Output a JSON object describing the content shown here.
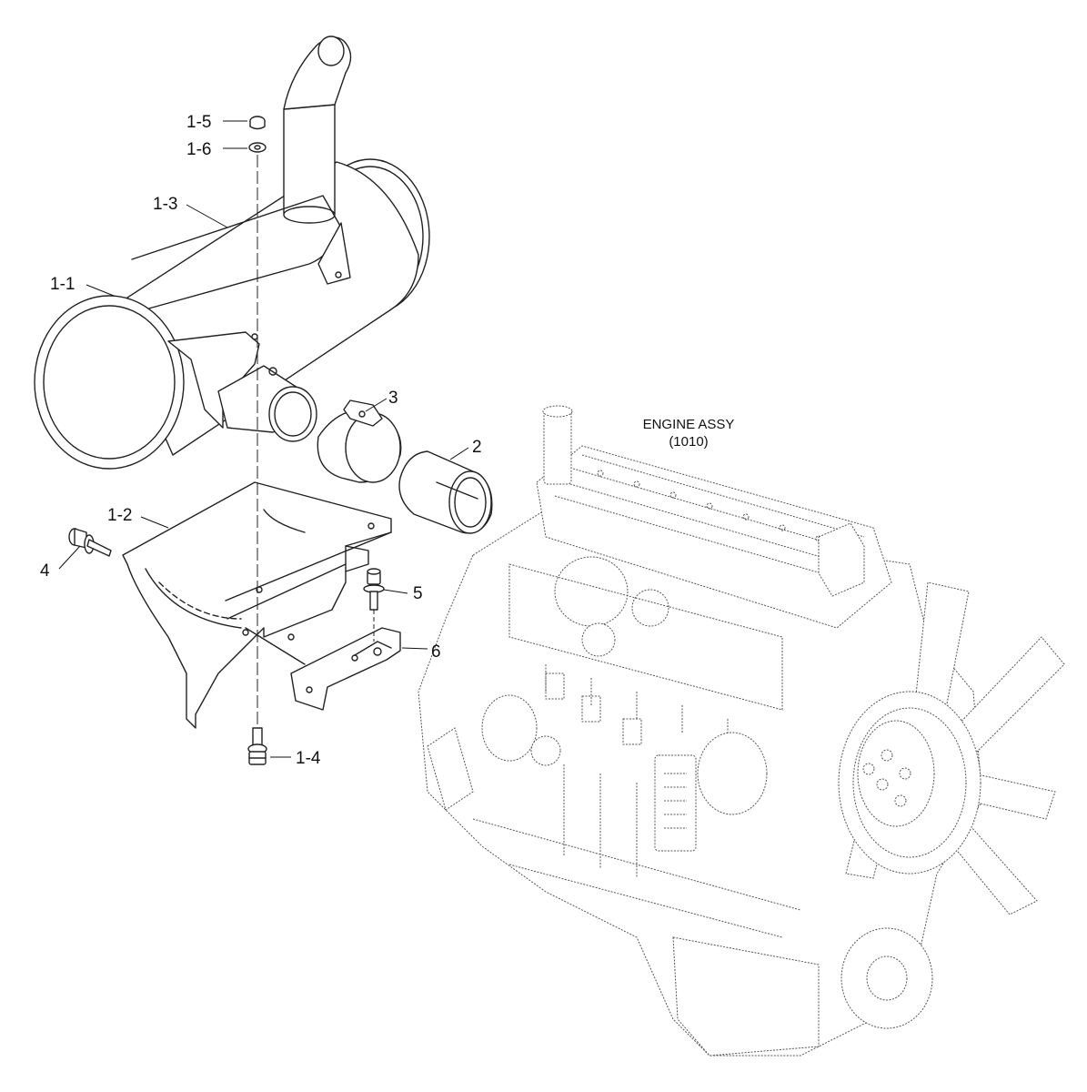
{
  "engine_assy": {
    "title": "ENGINE ASSY",
    "code": "(1010)"
  },
  "callouts": {
    "c1_5": "1-5",
    "c1_6": "1-6",
    "c1_3": "1-3",
    "c1_1": "1-1",
    "c3": "3",
    "c2": "2",
    "c1_2": "1-2",
    "c4": "4",
    "c5": "5",
    "c6": "6",
    "c1_4": "1-4"
  }
}
